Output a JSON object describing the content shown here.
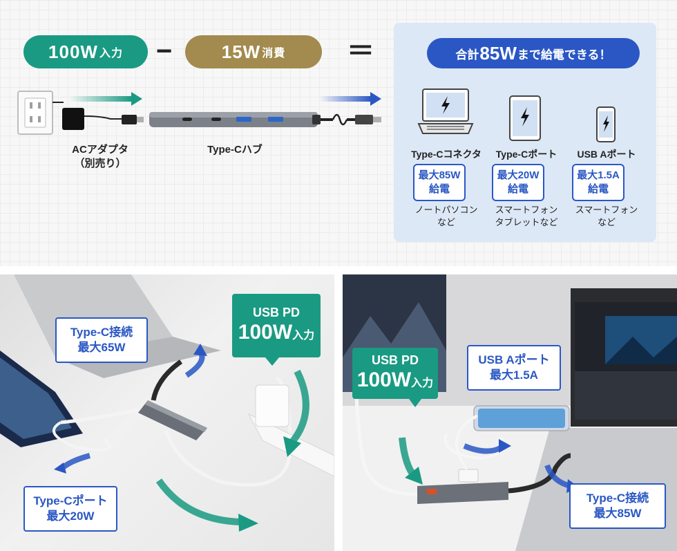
{
  "formula": {
    "input_value": "100W",
    "input_unit": "入力",
    "minus": "−",
    "consume_value": "15W",
    "consume_unit": "消費",
    "equals": "＝"
  },
  "diagram": {
    "adapter_label": "ACアダプタ",
    "adapter_note": "（別売り）",
    "hub_label": "Type-Cハブ"
  },
  "panel": {
    "title_prefix": "合計",
    "title_value": "85W",
    "title_suffix": "まで給電できる！",
    "devices": [
      {
        "port": "Type-Cコネクタ",
        "spec_line1": "最大85W",
        "spec_line2": "給電",
        "sub_line1": "ノートパソコン",
        "sub_line2": "など",
        "icon": "laptop-icon"
      },
      {
        "port": "Type-Cポート",
        "spec_line1": "最大20W",
        "spec_line2": "給電",
        "sub_line1": "スマートフォン",
        "sub_line2": "タブレットなど",
        "icon": "tablet-icon"
      },
      {
        "port": "USB Aポート",
        "spec_line1": "最大1.5A",
        "spec_line2": "給電",
        "sub_line1": "スマートフォン",
        "sub_line2": "など",
        "icon": "smartphone-icon"
      }
    ]
  },
  "photo_left": {
    "callout_typec": {
      "line1": "Type-C接続",
      "line2": "最大65W"
    },
    "callout_pd": {
      "line1": "USB PD",
      "line2_value": "100W",
      "line2_unit": "入力"
    },
    "callout_port": {
      "line1": "Type-Cポート",
      "line2": "最大20W"
    }
  },
  "photo_right": {
    "callout_pd": {
      "line1": "USB PD",
      "line2_value": "100W",
      "line2_unit": "入力"
    },
    "callout_usba": {
      "line1": "USB Aポート",
      "line2": "最大1.5A"
    },
    "callout_typec": {
      "line1": "Type-C接続",
      "line2": "最大85W"
    }
  },
  "colors": {
    "green": "#1a9a82",
    "gold": "#a38a4e",
    "blue": "#2a57c4",
    "panel_bg": "#dde8f6"
  }
}
